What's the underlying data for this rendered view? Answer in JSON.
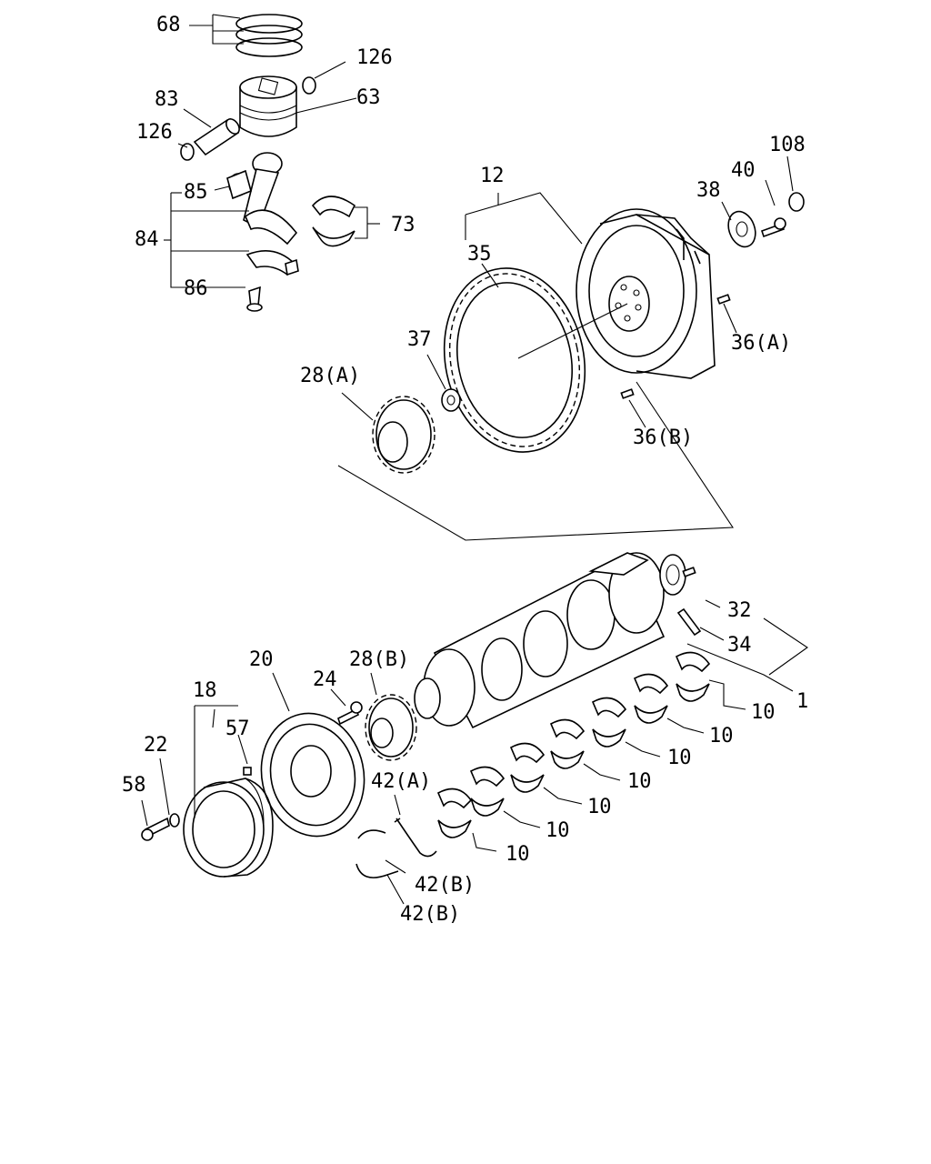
{
  "callouts": [
    {
      "id": "68",
      "text": "68"
    },
    {
      "id": "126a",
      "text": "126"
    },
    {
      "id": "83",
      "text": "83"
    },
    {
      "id": "63",
      "text": "63"
    },
    {
      "id": "126b",
      "text": "126"
    },
    {
      "id": "85",
      "text": "85"
    },
    {
      "id": "84",
      "text": "84"
    },
    {
      "id": "73",
      "text": "73"
    },
    {
      "id": "86",
      "text": "86"
    },
    {
      "id": "12",
      "text": "12"
    },
    {
      "id": "35",
      "text": "35"
    },
    {
      "id": "38",
      "text": "38"
    },
    {
      "id": "40",
      "text": "40"
    },
    {
      "id": "108",
      "text": "108"
    },
    {
      "id": "36a",
      "text": "36(A)"
    },
    {
      "id": "37",
      "text": "37"
    },
    {
      "id": "28a",
      "text": "28(A)"
    },
    {
      "id": "36b",
      "text": "36(B)"
    },
    {
      "id": "32",
      "text": "32"
    },
    {
      "id": "34",
      "text": "34"
    },
    {
      "id": "1",
      "text": "1"
    },
    {
      "id": "20",
      "text": "20"
    },
    {
      "id": "28b",
      "text": "28(B)"
    },
    {
      "id": "24",
      "text": "24"
    },
    {
      "id": "18",
      "text": "18"
    },
    {
      "id": "57",
      "text": "57"
    },
    {
      "id": "22",
      "text": "22"
    },
    {
      "id": "58",
      "text": "58"
    },
    {
      "id": "42a",
      "text": "42(A)"
    },
    {
      "id": "42b1",
      "text": "42(B)"
    },
    {
      "id": "42b2",
      "text": "42(B)"
    },
    {
      "id": "10a",
      "text": "10"
    },
    {
      "id": "10b",
      "text": "10"
    },
    {
      "id": "10c",
      "text": "10"
    },
    {
      "id": "10d",
      "text": "10"
    },
    {
      "id": "10e",
      "text": "10"
    },
    {
      "id": "10f",
      "text": "10"
    },
    {
      "id": "10g",
      "text": "10"
    }
  ],
  "colors": {
    "ink": "#000000",
    "paper": "#ffffff"
  }
}
